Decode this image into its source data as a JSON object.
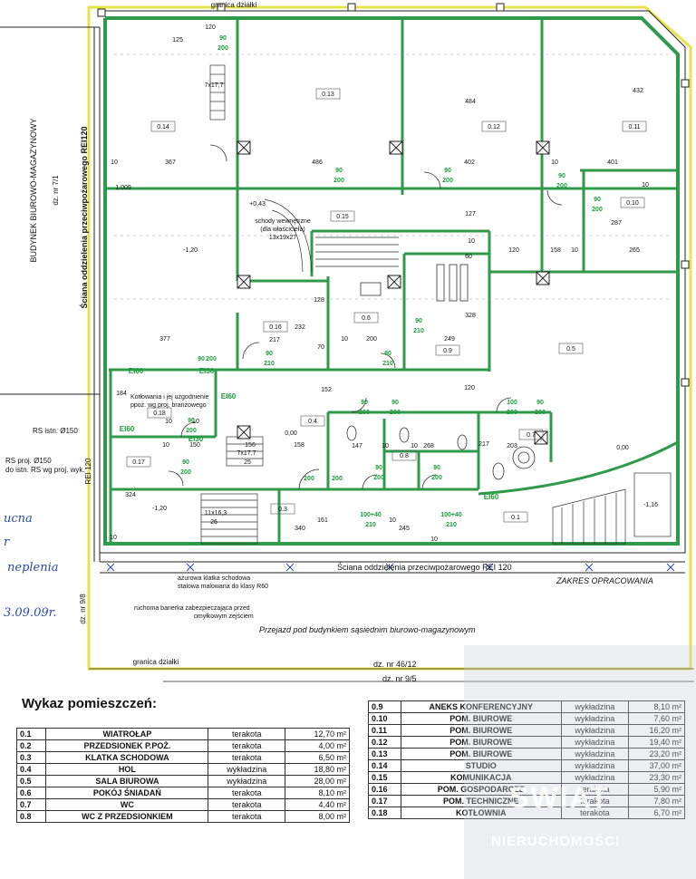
{
  "plan": {
    "rooms": [
      {
        "id": "0.14",
        "pos": [
          180,
          142
        ]
      },
      {
        "id": "0.13",
        "pos": [
          362,
          106
        ]
      },
      {
        "id": "0.12",
        "pos": [
          545,
          142
        ]
      },
      {
        "id": "0.11",
        "pos": [
          700,
          142
        ]
      },
      {
        "id": "0.10",
        "pos": [
          698,
          226
        ]
      },
      {
        "id": "0.15",
        "pos": [
          378,
          241
        ]
      },
      {
        "id": "0.16",
        "pos": [
          304,
          363
        ]
      },
      {
        "id": "0.6",
        "pos": [
          404,
          353
        ]
      },
      {
        "id": "0.9",
        "pos": [
          494,
          389
        ]
      },
      {
        "id": "0.5",
        "pos": [
          630,
          387
        ]
      },
      {
        "id": "0.18",
        "pos": [
          176,
          458
        ]
      },
      {
        "id": "0.4",
        "pos": [
          345,
          467
        ]
      },
      {
        "id": "0.8",
        "pos": [
          446,
          505
        ]
      },
      {
        "id": "0.7",
        "pos": [
          586,
          482
        ]
      },
      {
        "id": "0.17",
        "pos": [
          153,
          512
        ]
      },
      {
        "id": "0.3",
        "pos": [
          312,
          564
        ]
      },
      {
        "id": "0.1",
        "pos": [
          569,
          573
        ]
      }
    ],
    "dimensions": [
      {
        "t": "120",
        "pos": [
          232,
          32
        ]
      },
      {
        "t": "125",
        "pos": [
          196,
          46
        ]
      },
      {
        "t": "7x17,7",
        "pos": [
          236,
          96
        ]
      },
      {
        "t": "432",
        "pos": [
          704,
          102
        ]
      },
      {
        "t": "484",
        "pos": [
          519,
          114
        ]
      },
      {
        "t": "10",
        "pos": [
          126,
          181
        ]
      },
      {
        "t": "367",
        "pos": [
          188,
          181
        ]
      },
      {
        "t": "486",
        "pos": [
          350,
          181
        ]
      },
      {
        "t": "402",
        "pos": [
          518,
          181
        ]
      },
      {
        "t": "401",
        "pos": [
          676,
          181
        ]
      },
      {
        "t": "10",
        "pos": [
          612,
          181
        ]
      },
      {
        "t": "10",
        "pos": [
          712,
          206
        ]
      },
      {
        "t": "1.009",
        "pos": [
          136,
          209
        ]
      },
      {
        "t": "127",
        "pos": [
          519,
          238
        ]
      },
      {
        "t": "287",
        "pos": [
          680,
          248
        ]
      },
      {
        "t": "120",
        "pos": [
          567,
          278
        ]
      },
      {
        "t": "158",
        "pos": [
          613,
          278
        ]
      },
      {
        "t": "10",
        "pos": [
          634,
          278
        ]
      },
      {
        "t": "265",
        "pos": [
          700,
          278
        ]
      },
      {
        "t": "10",
        "pos": [
          520,
          268
        ]
      },
      {
        "t": "60",
        "pos": [
          517,
          285
        ]
      },
      {
        "t": "128",
        "pos": [
          352,
          333
        ]
      },
      {
        "t": "328",
        "pos": [
          519,
          350
        ]
      },
      {
        "t": "377",
        "pos": [
          182,
          376
        ]
      },
      {
        "t": "217",
        "pos": [
          303,
          377
        ]
      },
      {
        "t": "232",
        "pos": [
          331,
          363
        ]
      },
      {
        "t": "70",
        "pos": [
          354,
          385
        ]
      },
      {
        "t": "10",
        "pos": [
          380,
          376
        ]
      },
      {
        "t": "200",
        "pos": [
          410,
          376
        ]
      },
      {
        "t": "249",
        "pos": [
          496,
          376
        ]
      },
      {
        "t": "120",
        "pos": [
          518,
          430
        ]
      },
      {
        "t": "184",
        "pos": [
          134,
          436
        ]
      },
      {
        "t": "10",
        "pos": [
          186,
          467
        ]
      },
      {
        "t": "10",
        "pos": [
          216,
          467
        ]
      },
      {
        "t": "152",
        "pos": [
          360,
          432
        ]
      },
      {
        "t": "147",
        "pos": [
          394,
          494
        ]
      },
      {
        "t": "10",
        "pos": [
          425,
          494
        ]
      },
      {
        "t": "10",
        "pos": [
          457,
          494
        ]
      },
      {
        "t": "268",
        "pos": [
          473,
          494
        ]
      },
      {
        "t": "217",
        "pos": [
          534,
          492
        ]
      },
      {
        "t": "203",
        "pos": [
          565,
          494
        ]
      },
      {
        "t": "10",
        "pos": [
          183,
          493
        ]
      },
      {
        "t": "150",
        "pos": [
          215,
          493
        ]
      },
      {
        "t": "156",
        "pos": [
          276,
          493
        ]
      },
      {
        "t": "158",
        "pos": [
          330,
          493
        ]
      },
      {
        "t": "7x17,7",
        "pos": [
          272,
          502
        ]
      },
      {
        "t": "25",
        "pos": [
          273,
          512
        ]
      },
      {
        "t": "324",
        "pos": [
          144,
          548
        ]
      },
      {
        "t": "11x16,3",
        "pos": [
          238,
          568
        ]
      },
      {
        "t": "26",
        "pos": [
          236,
          578
        ]
      },
      {
        "t": "161",
        "pos": [
          356,
          576
        ]
      },
      {
        "t": "10",
        "pos": [
          433,
          576
        ]
      },
      {
        "t": "340",
        "pos": [
          331,
          585
        ]
      },
      {
        "t": "245",
        "pos": [
          446,
          585
        ]
      },
      {
        "t": "10",
        "pos": [
          125,
          595
        ]
      },
      {
        "t": "10",
        "pos": [
          479,
          597
        ]
      }
    ],
    "levels": [
      {
        "t": "+0,43",
        "pos": [
          284,
          227
        ]
      },
      {
        "t": "-1,20",
        "pos": [
          210,
          278
        ]
      },
      {
        "t": "0,00",
        "pos": [
          321,
          480
        ]
      },
      {
        "t": "0,00",
        "pos": [
          687,
          496
        ]
      },
      {
        "t": "-1,20",
        "pos": [
          176,
          563
        ]
      },
      {
        "t": "-1,16",
        "pos": [
          718,
          559
        ]
      }
    ],
    "doors_green": [
      {
        "t": "90",
        "pos": [
          246,
          44
        ]
      },
      {
        "t": "200",
        "pos": [
          246,
          55
        ]
      },
      {
        "t": "90",
        "pos": [
          222,
          398
        ]
      },
      {
        "t": "200",
        "pos": [
          233,
          398
        ]
      },
      {
        "t": "90",
        "pos": [
          374,
          190
        ]
      },
      {
        "t": "200",
        "pos": [
          374,
          201
        ]
      },
      {
        "t": "90",
        "pos": [
          494,
          190
        ]
      },
      {
        "t": "200",
        "pos": [
          494,
          201
        ]
      },
      {
        "t": "90",
        "pos": [
          620,
          196
        ]
      },
      {
        "t": "200",
        "pos": [
          620,
          207
        ]
      },
      {
        "t": "90",
        "pos": [
          659,
          222
        ]
      },
      {
        "t": "200",
        "pos": [
          659,
          233
        ]
      },
      {
        "t": "90",
        "pos": [
          297,
          392
        ]
      },
      {
        "t": "210",
        "pos": [
          297,
          403
        ]
      },
      {
        "t": "90",
        "pos": [
          428,
          392
        ]
      },
      {
        "t": "210",
        "pos": [
          428,
          403
        ]
      },
      {
        "t": "90",
        "pos": [
          462,
          356
        ]
      },
      {
        "t": "210",
        "pos": [
          462,
          367
        ]
      },
      {
        "t": "90",
        "pos": [
          402,
          446
        ]
      },
      {
        "t": "200",
        "pos": [
          402,
          457
        ]
      },
      {
        "t": "90",
        "pos": [
          436,
          446
        ]
      },
      {
        "t": "200",
        "pos": [
          436,
          457
        ]
      },
      {
        "t": "100",
        "pos": [
          565,
          446
        ]
      },
      {
        "t": "200",
        "pos": [
          565,
          457
        ]
      },
      {
        "t": "90",
        "pos": [
          596,
          446
        ]
      },
      {
        "t": "200",
        "pos": [
          596,
          457
        ]
      },
      {
        "t": "90",
        "pos": [
          211,
          466
        ]
      },
      {
        "t": "200",
        "pos": [
          211,
          477
        ]
      },
      {
        "t": "90",
        "pos": [
          205,
          512
        ]
      },
      {
        "t": "200",
        "pos": [
          205,
          523
        ]
      },
      {
        "t": "90",
        "pos": [
          418,
          518
        ]
      },
      {
        "t": "200",
        "pos": [
          418,
          529
        ]
      },
      {
        "t": "90",
        "pos": [
          482,
          518
        ]
      },
      {
        "t": "200",
        "pos": [
          482,
          529
        ]
      },
      {
        "t": "200",
        "pos": [
          341,
          530
        ]
      },
      {
        "t": "200",
        "pos": [
          372,
          530
        ]
      },
      {
        "t": "100+40",
        "pos": [
          409,
          570
        ]
      },
      {
        "t": "210",
        "pos": [
          409,
          581
        ]
      },
      {
        "t": "100+40",
        "pos": [
          498,
          570
        ]
      },
      {
        "t": "210",
        "pos": [
          498,
          581
        ]
      }
    ],
    "fire_marks": [
      {
        "t": "EI60",
        "pos": [
          150,
          412
        ]
      },
      {
        "t": "EI30",
        "pos": [
          228,
          412
        ]
      },
      {
        "t": "EI60",
        "pos": [
          140,
          476
        ]
      },
      {
        "t": "EI30",
        "pos": [
          216,
          487
        ]
      },
      {
        "t": "EI60",
        "pos": [
          252,
          440
        ]
      },
      {
        "t": "EI60",
        "pos": [
          542,
          551
        ]
      }
    ],
    "notes": {
      "left_building": "BUDYNEK BIUROWO-MAGAZYNOWY",
      "left_parcel": "dz. nr 7/1",
      "fire_wall_v": "Ściana oddzielenia przeciwpożarowego REI120",
      "fire_wall_h": "Ściana oddzielenia przeciwpożarowego REI 120",
      "rei_side": "REI 120",
      "boundary_top": "granica działki",
      "boundary_bottom": "granica działki",
      "rs_existing": "RS istn. Ø150",
      "rs_projected": "RS proj. Ø150",
      "rs_relocation": "do istn. RS wg proj. wyk.",
      "stairs_internal_1": "schody wewnętrzne",
      "stairs_internal_2": "(dla właściciela)",
      "stairs_internal_3": "13x19x27",
      "boiler_1": "Kotłowania i jej uzgodnienie",
      "boiler_2": "ppoż. wg proj. branżowego",
      "openwork_1": "ażurowa klatka schodowa",
      "openwork_2": "stalowa malowana do klasy R60",
      "barrier_1": "ruchoma barierka zabezpieczająca przed",
      "barrier_2": "omyłkowym zejściem",
      "scope": "ZAKRES OPRACOWANIA",
      "passage": "Przejazd pod budynkiem sąsiednim biurowo-magazynowym",
      "parcel_mid": "dz. nr 46/12",
      "parcel_bottom": "dz. nr 9/5",
      "parcel_left": "dz. nr 9/8",
      "handwriting_1": "ucna",
      "handwriting_2": "r",
      "handwriting_3": "neplenia",
      "handwriting_4": "3.09.09r."
    }
  },
  "legend": {
    "title": "Wykaz pomieszczeń:",
    "left": [
      {
        "no": "0.1",
        "name": "WIATROŁAP",
        "floor": "terakota",
        "area": "12,70 m²"
      },
      {
        "no": "0.2",
        "name": "PRZEDSIONEK P.POŻ.",
        "floor": "terakota",
        "area": "4,00 m²"
      },
      {
        "no": "0.3",
        "name": "KLATKA SCHODOWA",
        "floor": "terakota",
        "area": "6,50 m²"
      },
      {
        "no": "0.4",
        "name": "HOL",
        "floor": "wykładzina",
        "area": "18,80 m²"
      },
      {
        "no": "0.5",
        "name": "SALA BIUROWA",
        "floor": "wykładzina",
        "area": "28,00 m²"
      },
      {
        "no": "0.6",
        "name": "POKÓJ ŚNIADAŃ",
        "floor": "terakota",
        "area": "8,10 m²"
      },
      {
        "no": "0.7",
        "name": "WC",
        "floor": "terakota",
        "area": "4,40 m²"
      },
      {
        "no": "0.8",
        "name": "WC Z PRZEDSIONKIEM",
        "floor": "terakota",
        "area": "8,00 m²"
      }
    ],
    "right": [
      {
        "no": "0.9",
        "name": "ANEKS KONFERENCYJNY",
        "floor": "wykładzina",
        "area": "8,10 m²"
      },
      {
        "no": "0.10",
        "name": "POM. BIUROWE",
        "floor": "wykładzina",
        "area": "7,60 m²"
      },
      {
        "no": "0.11",
        "name": "POM. BIUROWE",
        "floor": "wykładzina",
        "area": "16,20 m²"
      },
      {
        "no": "0.12",
        "name": "POM. BIUROWE",
        "floor": "wykładzina",
        "area": "19,40 m²"
      },
      {
        "no": "0.13",
        "name": "POM. BIUROWE",
        "floor": "wykładzina",
        "area": "23,20 m²"
      },
      {
        "no": "0.14",
        "name": "STUDIO",
        "floor": "wykładzina",
        "area": "37,00 m²"
      },
      {
        "no": "0.15",
        "name": "KOMUNIKACJA",
        "floor": "wykładzina",
        "area": "23,30 m²"
      },
      {
        "no": "0.16",
        "name": "POM. GOSPODARCZE",
        "floor": "terakota",
        "area": "5,90 m²"
      },
      {
        "no": "0.17",
        "name": "POM. TECHNICZNE",
        "floor": "terakota",
        "area": "7,80 m²"
      },
      {
        "no": "0.18",
        "name": "KOTŁOWNIA",
        "floor": "terakota",
        "area": "6,70 m²"
      }
    ]
  },
  "watermark": {
    "line1": "SWIAT",
    "line2": "NIERUCHOMOŚCI"
  },
  "colors": {
    "wall": "#2f9a4a",
    "boundary": "#e9e24a",
    "ink": "#111111",
    "green_text": "#1a9a3a",
    "blue_ink": "#2a4aa8"
  }
}
